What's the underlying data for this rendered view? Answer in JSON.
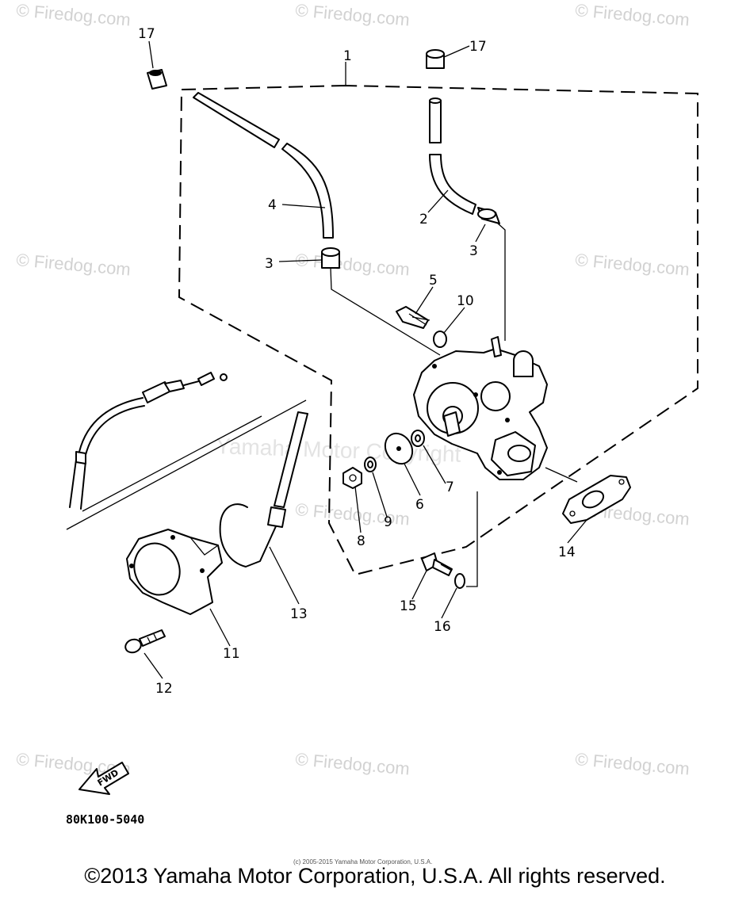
{
  "watermarks": {
    "site": "© Firedog.com",
    "center": "Yamaha Motor Copyright"
  },
  "callouts": {
    "c1": "1",
    "c2": "2",
    "c3a": "3",
    "c3b": "3",
    "c4": "4",
    "c5": "5",
    "c6": "6",
    "c7": "7",
    "c8": "8",
    "c9": "9",
    "c10": "10",
    "c11": "11",
    "c12": "12",
    "c13": "13",
    "c14": "14",
    "c15": "15",
    "c16": "16",
    "c17a": "17",
    "c17b": "17"
  },
  "fwd_label": "FWD",
  "part_code": "80K100-5040",
  "small_copyright": "(c) 2005-2015 Yamaha Motor Corporation, U.S.A.",
  "copyright": "©2013 Yamaha Motor Corporation, U.S.A. All rights reserved."
}
